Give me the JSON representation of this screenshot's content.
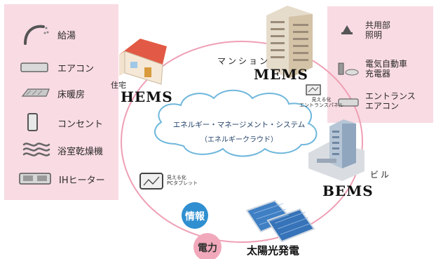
{
  "left_panel": {
    "items": [
      {
        "label": "給湯",
        "icon": "hot-water-icon"
      },
      {
        "label": "エアコン",
        "icon": "air-conditioner-icon"
      },
      {
        "label": "床暖房",
        "icon": "floor-heating-icon"
      },
      {
        "label": "コンセント",
        "icon": "outlet-icon"
      },
      {
        "label": "浴室乾燥機",
        "icon": "bathroom-dryer-icon"
      },
      {
        "label": "IHヒーター",
        "icon": "ih-heater-icon"
      }
    ]
  },
  "right_panel": {
    "items": [
      {
        "label": "共用部\n照明",
        "icon": "lamp-icon"
      },
      {
        "label": "電気自動車\n充電器",
        "icon": "ev-charger-icon"
      },
      {
        "label": "エントランス\nエアコン",
        "icon": "air-conditioner-icon"
      }
    ]
  },
  "house": {
    "caption": "住宅",
    "system": "HEMS"
  },
  "mansion": {
    "caption": "マンション",
    "system": "MEMS",
    "device_label": "見える化\nエントランスパネル"
  },
  "building": {
    "caption": "ビル",
    "system": "BEMS"
  },
  "tablet": {
    "label": "見える化\nPCタブレット"
  },
  "cloud": {
    "title": "エネルギー・マネージメント・システム",
    "subtitle": "（エネルギークラウド）"
  },
  "info_badge": {
    "label": "情報",
    "color": "#2f8fd0"
  },
  "power_badge": {
    "label": "電力",
    "color": "#f2a8bb"
  },
  "solar": {
    "caption": "太陽光発電"
  },
  "colors": {
    "panel": "#f9dbe3",
    "ring": "#ef9fb4",
    "cloud_stroke": "#6fb7dc"
  }
}
